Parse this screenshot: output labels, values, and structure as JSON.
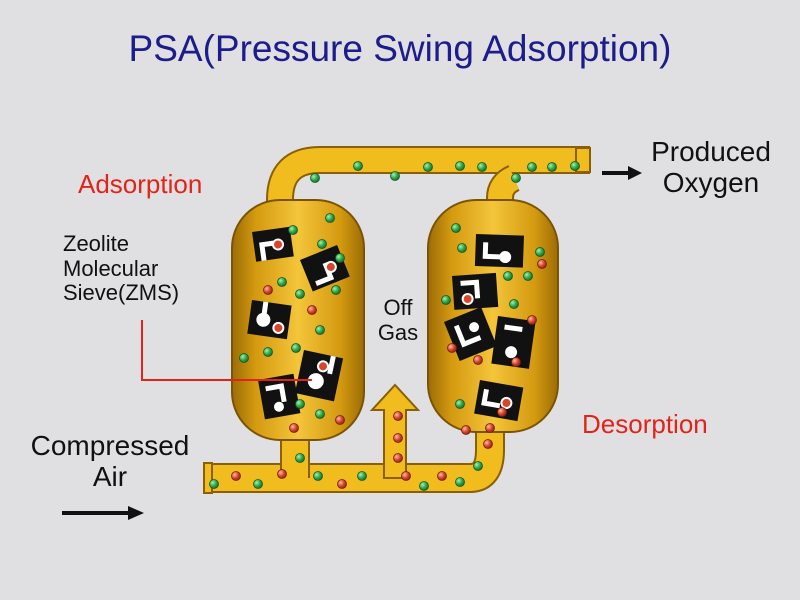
{
  "title": "PSA(Pressure Swing Adsorption)",
  "labels": {
    "adsorption": "Adsorption",
    "desorption": "Desorption",
    "zeolite": [
      "Zeolite",
      "Molecular",
      "Sieve(ZMS)"
    ],
    "off_gas": [
      "Off",
      "Gas"
    ],
    "produced": [
      "Produced",
      "Oxygen"
    ],
    "compressed": [
      "Compressed",
      "Air"
    ]
  },
  "colors": {
    "title": "#1c1c8c",
    "red_label": "#e2231a",
    "vessel_gold": "#e9b321",
    "vessel_dark": "#9c6c06",
    "pipe_gold": "#f1bd1e",
    "oxygen_molecule": "#2ea84c",
    "nitrogen_molecule": "#d8452c",
    "sieve_block": "#111111",
    "leader_line": "#e2231a"
  },
  "icons": {
    "arrow": "right-arrow",
    "arrow_up": "up-arrow"
  }
}
